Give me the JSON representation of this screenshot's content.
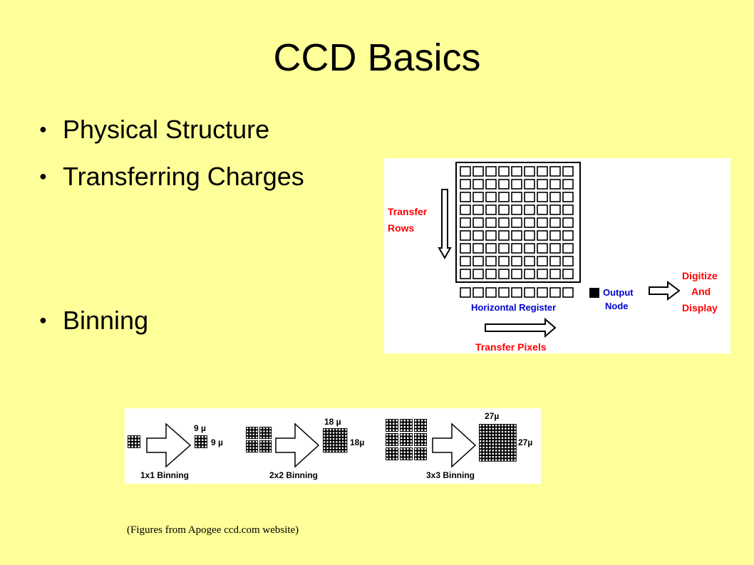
{
  "slide": {
    "title": "CCD Basics",
    "bullets": [
      {
        "marker": "●",
        "text": "Physical Structure"
      },
      {
        "marker": "●",
        "text": "Transferring Charges"
      },
      {
        "marker": "●",
        "text": "Binning"
      }
    ],
    "caption": "(Figures from Apogee ccd.com website)"
  },
  "transfer_figure": {
    "transfer_rows": [
      "Transfer",
      "Rows"
    ],
    "horizontal_register": "Horizontal Register",
    "output_node": [
      "Output",
      "Node"
    ],
    "digitize": [
      "Digitize",
      "And",
      "Display"
    ],
    "transfer_pixels": "Transfer Pixels",
    "colors": {
      "red": "#ff0000",
      "blue": "#0000cc"
    }
  },
  "binning_figure": {
    "panels": [
      {
        "label": "1x1 Binning",
        "dim_top": "9 µ",
        "dim_side": "9 µ"
      },
      {
        "label": "2x2 Binning",
        "dim_top": "18 µ",
        "dim_side": "18µ"
      },
      {
        "label": "3x3 Binning",
        "dim_top": "27µ",
        "dim_side": "27µ"
      }
    ]
  }
}
